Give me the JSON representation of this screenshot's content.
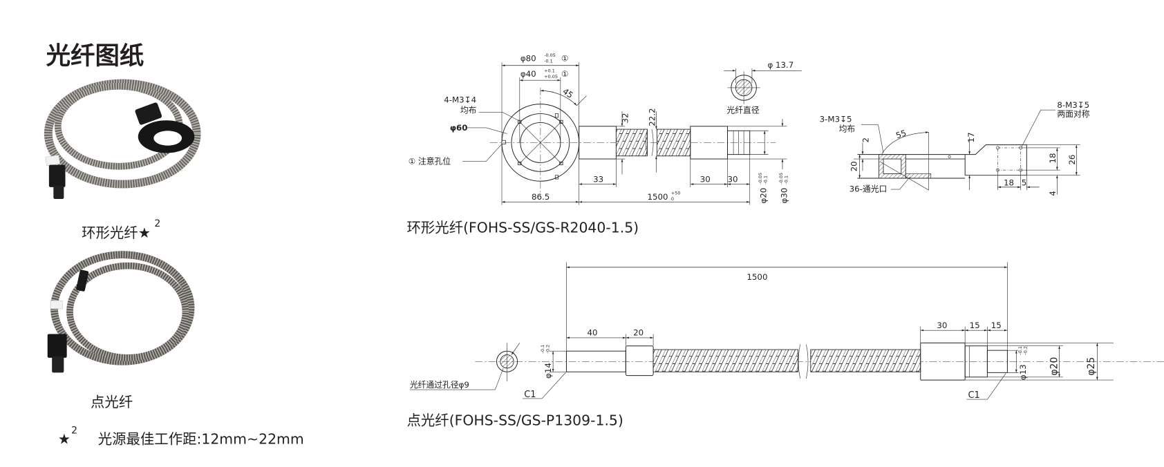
{
  "title": "光纤图纸",
  "products": [
    {
      "label": "环形光纤",
      "mark": "★",
      "sup": "2"
    },
    {
      "label": "点光纤"
    }
  ],
  "footnote": {
    "mark": "★",
    "sup": "2",
    "text": "光源最佳工作距:12mm~22mm"
  },
  "ring_drawing": {
    "caption": "环形光纤(FOHS-SS/GS-R2040-1.5)",
    "d80": "φ80",
    "d80_tol_up": "-0.05",
    "d80_tol_low": "-0.1",
    "d80_note": "①",
    "d40": "φ40",
    "d40_tol_up": "+0.1",
    "d40_tol_low": "+0.05",
    "d40_note": "①",
    "angle": "45",
    "holes_1": "4-M3↧4",
    "holes_2": "均布",
    "d60": "φ60",
    "hole_note": "① 注意孔位",
    "h32": "32",
    "h22": "22.2",
    "l33": "33",
    "l30a": "30",
    "l30b": "30",
    "l86": "86.5",
    "l1500": "1500",
    "l1500_tol_up": "+50",
    "l1500_tol_low": "0",
    "d20": "φ20",
    "d20_tol_up": "-0.05",
    "d20_tol_low": "-0.1",
    "d30": "φ30",
    "d30_tol_up": "-0.05",
    "d30_tol_low": "-0.1",
    "fiber_d": "φ 13.7",
    "fiber_label": "光纤直径"
  },
  "section_drawing": {
    "holes_1": "3-M3↧5",
    "holes_2": "均布",
    "angle": "55",
    "h2": "2",
    "h20": "20",
    "h17": "17",
    "port": "36-通光口",
    "holes_r1": "8-M3↧5",
    "holes_r2": "两面对称",
    "h18": "18",
    "h26": "26",
    "w18": "18",
    "w5": "5",
    "h4": "4"
  },
  "point_drawing": {
    "caption": "点光纤(FOHS-SS/GS-P1309-1.5)",
    "l1500": "1500",
    "l40": "40",
    "l20": "20",
    "l30": "30",
    "l15a": "15",
    "l15b": "15",
    "d14": "φ14",
    "d14_tol_up": "-0.1",
    "d14_tol_low": "-0.2",
    "d13": "φ13",
    "d13_tol_up": "-0.1",
    "d13_tol_low": "-0.2",
    "d20": "φ20",
    "d25": "φ25",
    "hole_label": "光纤通过孔径φ9",
    "c1a": "C1",
    "c1b": "C1"
  }
}
